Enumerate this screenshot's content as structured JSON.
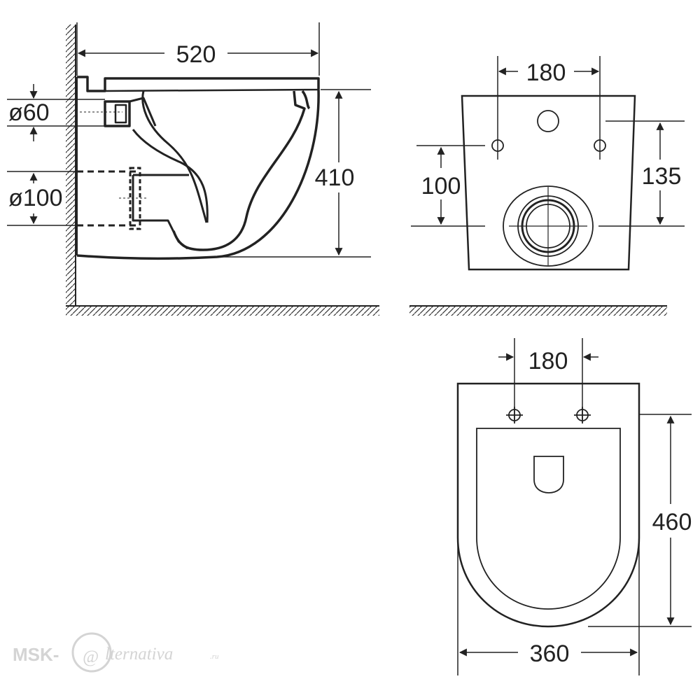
{
  "side_view": {
    "width": "520",
    "height": "410",
    "water_inlet": "ø60",
    "outlet": "ø100"
  },
  "rear_view": {
    "fixing_spacing": "180",
    "outlet_height": "100",
    "fixing_height": "135"
  },
  "top_view": {
    "fixing_spacing": "180",
    "depth": "460",
    "width": "360"
  },
  "watermark": {
    "prefix": "MSK-",
    "script": "lternativa",
    "suffix": ".ru"
  }
}
